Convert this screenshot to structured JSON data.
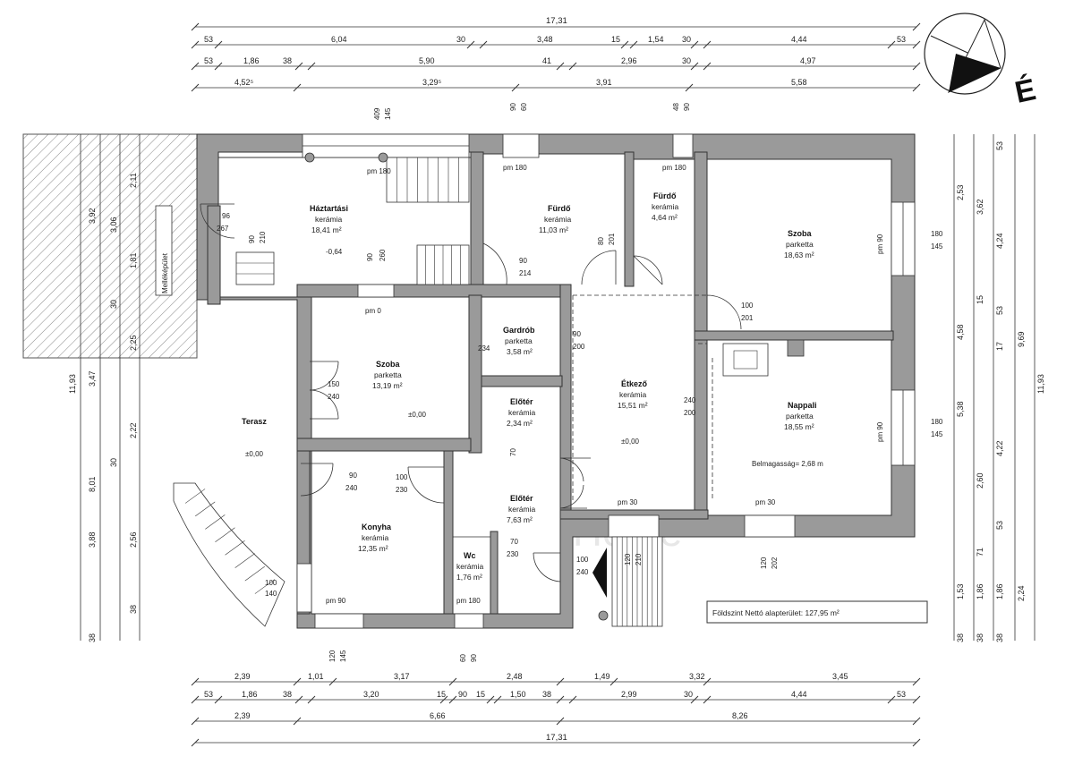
{
  "plan": {
    "net_area_label": "Földszint Nettó alapterület: 127,95 m²",
    "height_note": "Belmagasság= 2,68 m",
    "compass_letter": "É",
    "neighbour_label": "Melléképület",
    "watermark": "Lido Home"
  },
  "rooms": [
    {
      "name": "Háztartási",
      "floor": "kerámia",
      "area": "18,41 m²"
    },
    {
      "name": "Fürdő",
      "floor": "kerámia",
      "area": "11,03 m²"
    },
    {
      "name": "Fürdő",
      "floor": "kerámia",
      "area": "4,64 m²"
    },
    {
      "name": "Szoba",
      "floor": "parketta",
      "area": "18,63 m²"
    },
    {
      "name": "Szoba",
      "floor": "parketta",
      "area": "13,19 m²"
    },
    {
      "name": "Gardrób",
      "floor": "parketta",
      "area": "3,58 m²"
    },
    {
      "name": "Étkező",
      "floor": "kerámia",
      "area": "15,51 m²"
    },
    {
      "name": "Előtér",
      "floor": "kerámia",
      "area": "2,34 m²"
    },
    {
      "name": "Nappali",
      "floor": "parketta",
      "area": "18,55 m²"
    },
    {
      "name": "Terasz",
      "floor": "",
      "area": ""
    },
    {
      "name": "Előtér",
      "floor": "kerámia",
      "area": "7,63 m²"
    },
    {
      "name": "Konyha",
      "floor": "kerámia",
      "area": "12,35 m²"
    },
    {
      "name": "Wc",
      "floor": "kerámia",
      "area": "1,76 m²"
    }
  ],
  "levels": [
    "-0,64",
    "±0,00",
    "±0,00",
    "±0,00"
  ],
  "dims_top": [
    {
      "text": "17,31"
    },
    {
      "text": "53"
    },
    {
      "text": "6,04"
    },
    {
      "text": "30"
    },
    {
      "text": "3,48"
    },
    {
      "text": "15"
    },
    {
      "text": "1,54"
    },
    {
      "text": "30"
    },
    {
      "text": "4,44"
    },
    {
      "text": "53"
    },
    {
      "text": "53"
    },
    {
      "text": "1,86"
    },
    {
      "text": "38"
    },
    {
      "text": "5,90"
    },
    {
      "text": "41"
    },
    {
      "text": "2,96"
    },
    {
      "text": "30"
    },
    {
      "text": "4,97"
    },
    {
      "text": "4,52⁵"
    },
    {
      "text": "3,29⁵"
    },
    {
      "text": "3,91"
    },
    {
      "text": "5,58"
    }
  ],
  "dims_bottom": [
    {
      "text": "2,39"
    },
    {
      "text": "1,01"
    },
    {
      "text": "3,17"
    },
    {
      "text": "2,48"
    },
    {
      "text": "1,49"
    },
    {
      "text": "3,32"
    },
    {
      "text": "3,45"
    },
    {
      "text": "53"
    },
    {
      "text": "1,86"
    },
    {
      "text": "38"
    },
    {
      "text": "3,20"
    },
    {
      "text": "15"
    },
    {
      "text": "90"
    },
    {
      "text": "15"
    },
    {
      "text": "1,50"
    },
    {
      "text": "38"
    },
    {
      "text": "2,99"
    },
    {
      "text": "30"
    },
    {
      "text": "4,44"
    },
    {
      "text": "53"
    },
    {
      "text": "2,39"
    },
    {
      "text": "6,66"
    },
    {
      "text": "8,26"
    },
    {
      "text": "17,31"
    }
  ],
  "dims_left": [
    {
      "text": "11,93"
    },
    {
      "text": "3,92"
    },
    {
      "text": "3,47"
    },
    {
      "text": "3,88"
    },
    {
      "text": "38"
    },
    {
      "text": "8,01"
    },
    {
      "text": "3,06"
    },
    {
      "text": "30"
    },
    {
      "text": "30"
    },
    {
      "text": "2,56"
    },
    {
      "text": "38"
    },
    {
      "text": "2,11"
    },
    {
      "text": "1,81"
    },
    {
      "text": "2,25"
    },
    {
      "text": "2,22"
    }
  ],
  "dims_right": [
    {
      "text": "2,53"
    },
    {
      "text": "4,58"
    },
    {
      "text": "5,38"
    },
    {
      "text": "1,53"
    },
    {
      "text": "38"
    },
    {
      "text": "3,62"
    },
    {
      "text": "15"
    },
    {
      "text": "4,22"
    },
    {
      "text": "71"
    },
    {
      "text": "1,86"
    },
    {
      "text": "38"
    },
    {
      "text": "4,24"
    },
    {
      "text": "17"
    },
    {
      "text": "2,60"
    },
    {
      "text": "53"
    },
    {
      "text": "1,86"
    },
    {
      "text": "38"
    },
    {
      "text": "9,69"
    },
    {
      "text": "2,24"
    },
    {
      "text": "11,93"
    },
    {
      "text": "53"
    },
    {
      "text": "53"
    }
  ],
  "openings": [
    {
      "text": "pm 180"
    },
    {
      "text": "pm 180"
    },
    {
      "text": "pm 180"
    },
    {
      "text": "pm 0"
    },
    {
      "text": "pm 90"
    },
    {
      "text": "pm 90"
    },
    {
      "text": "pm 30"
    },
    {
      "text": "pm 30"
    },
    {
      "text": "pm 90"
    },
    {
      "text": "pm 180"
    },
    {
      "text": "90"
    },
    {
      "text": "214"
    },
    {
      "text": "80"
    },
    {
      "text": "201"
    },
    {
      "text": "100"
    },
    {
      "text": "201"
    },
    {
      "text": "150"
    },
    {
      "text": "240"
    },
    {
      "text": "90"
    },
    {
      "text": "240"
    },
    {
      "text": "100"
    },
    {
      "text": "230"
    },
    {
      "text": "70"
    },
    {
      "text": "230"
    },
    {
      "text": "100"
    },
    {
      "text": "240"
    },
    {
      "text": "240"
    },
    {
      "text": "200"
    },
    {
      "text": "180"
    },
    {
      "text": "145"
    },
    {
      "text": "180"
    },
    {
      "text": "145"
    },
    {
      "text": "120"
    },
    {
      "text": "145"
    },
    {
      "text": "120"
    },
    {
      "text": "202"
    },
    {
      "text": "60"
    },
    {
      "text": "90"
    },
    {
      "text": "90"
    },
    {
      "text": "60"
    },
    {
      "text": "90"
    },
    {
      "text": "200"
    },
    {
      "text": "90"
    },
    {
      "text": "260"
    },
    {
      "text": "90"
    },
    {
      "text": "210"
    },
    {
      "text": "96"
    },
    {
      "text": "267"
    },
    {
      "text": "409"
    },
    {
      "text": "145"
    },
    {
      "text": "48"
    },
    {
      "text": "90"
    },
    {
      "text": "120"
    },
    {
      "text": "210"
    },
    {
      "text": "70"
    },
    {
      "text": "234"
    },
    {
      "text": "100"
    },
    {
      "text": "140"
    }
  ]
}
